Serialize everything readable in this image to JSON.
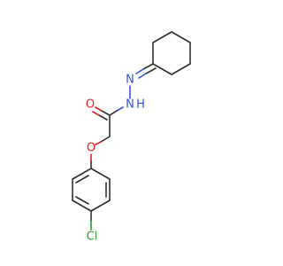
{
  "molecule": {
    "atoms": {
      "n_imine": "N",
      "n_hydrazide": "N",
      "h_hydrazide": "H",
      "o_carbonyl": "O",
      "o_ether": "O",
      "cl": "Cl"
    },
    "colors": {
      "bond": "#303030",
      "nitrogen": "#3050e0",
      "oxygen": "#e02020",
      "chlorine": "#2aa02a"
    }
  }
}
